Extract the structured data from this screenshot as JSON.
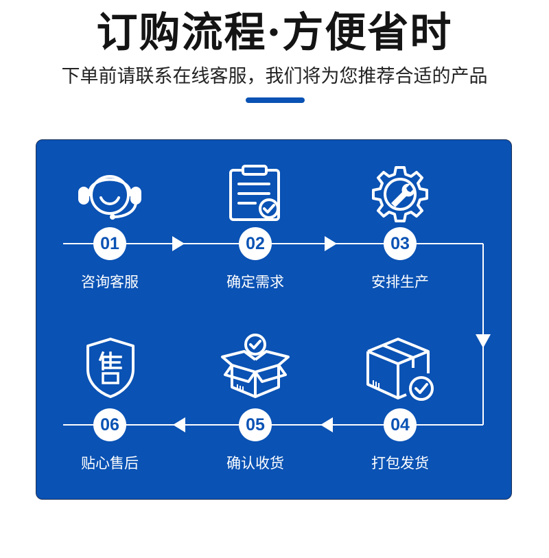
{
  "header": {
    "title": "订购流程·方便省时",
    "subtitle": "下单前请联系在线客服，我们将为您推荐合适的产品"
  },
  "colors": {
    "accent": "#0a52b4",
    "panel": "#0a52b4",
    "text": "#141414"
  },
  "steps": [
    {
      "number": "01",
      "label": "咨询客服",
      "icon": "customer-service-headset-icon"
    },
    {
      "number": "02",
      "label": "确定需求",
      "icon": "clipboard-check-icon"
    },
    {
      "number": "03",
      "label": "安排生产",
      "icon": "gear-wrench-icon"
    },
    {
      "number": "04",
      "label": "打包发货",
      "icon": "package-check-icon"
    },
    {
      "number": "05",
      "label": "确认收货",
      "icon": "open-box-check-icon"
    },
    {
      "number": "06",
      "label": "贴心售后",
      "icon": "shield-sale-icon"
    }
  ]
}
